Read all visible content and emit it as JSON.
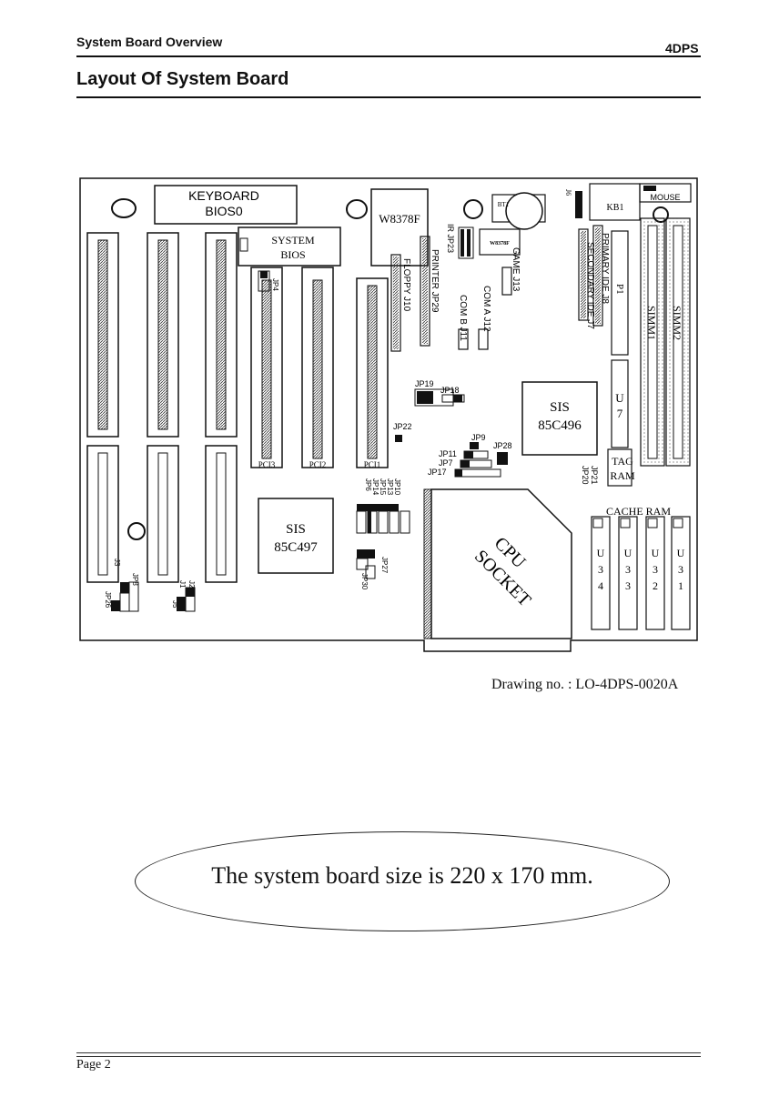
{
  "header": {
    "section": "System Board Overview",
    "model": "4DPS"
  },
  "page_title": "Layout Of System Board",
  "diagram": {
    "keyboard_bios": [
      "KEYBOARD",
      "BIOS0"
    ],
    "system_bios": [
      "SYSTEM",
      "BIOS"
    ],
    "w8378f": "W8378F",
    "bt1": "BT1",
    "w8378f_small": "W8378F",
    "j6": "J6",
    "kb1": "KB1",
    "mouse": "MOUSE",
    "jp4": "JP4",
    "ir_jp23": "IR JP23",
    "floppy": "FLOPPY J10",
    "printer": "PRINTER JP29",
    "game": "GAME J13",
    "comb": "COM B J11",
    "coma": "COM A J12",
    "secondary_ide": "SECONDARY IDE J7",
    "primary_ide": "PRIMARY IDE J8",
    "p1": "P1",
    "simm1": "SIMM1",
    "simm2": "SIMM2",
    "u7": [
      "U",
      "7"
    ],
    "jp19": "JP19",
    "jp18": "JP18",
    "sis496": [
      "SIS",
      "85C496"
    ],
    "jp22": "JP22",
    "jp9": "JP9",
    "jp28": "JP28",
    "jp11": "JP11",
    "jp7": "JP7",
    "jp17": "JP17",
    "tag_ram": [
      "TAG",
      "RAM"
    ],
    "jp21": "JP21",
    "jp20": "JP20",
    "pci3": "PCI3",
    "pci2": "PCI2",
    "pci1": "PCI1",
    "jp10": "JP10",
    "jp13": "JP13",
    "jp15": "JP15",
    "jp14": "JP14",
    "jp6": "JP6",
    "cache_ram": "CACHE RAM",
    "sis497": [
      "SIS",
      "85C497"
    ],
    "cpu_socket": [
      "CPU",
      "SOCKET"
    ],
    "u34": [
      "U",
      "3",
      "4"
    ],
    "u33": [
      "U",
      "3",
      "3"
    ],
    "u32": [
      "U",
      "3",
      "2"
    ],
    "u31": [
      "U",
      "3",
      "1"
    ],
    "jp27": "JP27",
    "jp30": "JP30",
    "j3": "J3",
    "jp8": "JP8",
    "jp26": "JP26",
    "j1": "J1",
    "j2": "J2",
    "j5": "J5"
  },
  "drawing_no": "Drawing no. : LO-4DPS-0020A",
  "board_size_note": "The system board size is 220 x 170 mm.",
  "footer": {
    "page": "Page 2"
  }
}
